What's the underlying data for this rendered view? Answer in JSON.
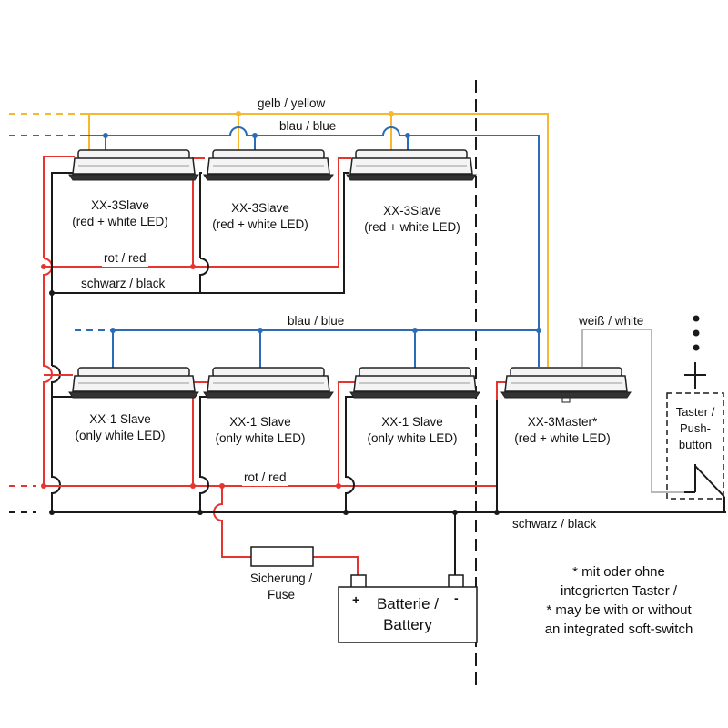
{
  "colors": {
    "yellow": "#f5b82e",
    "blue": "#2b6cb5",
    "red": "#e8342f",
    "black": "#1a1a1a",
    "white_wire": "#b8b8b8",
    "lamp_outline": "#222222",
    "lamp_fill": "#f4f4f4"
  },
  "wires": {
    "yellow": "gelb / yellow",
    "blue_top": "blau / blue",
    "red_top": "rot / red",
    "black_top": "schwarz / black",
    "blue_mid": "blau / blue",
    "white": "weiß / white",
    "red_bottom": "rot / red",
    "black_bottom": "schwarz / black"
  },
  "lamps": {
    "slave3_1": {
      "name": "XX-3Slave",
      "desc": "(red + white LED)"
    },
    "slave3_2": {
      "name": "XX-3Slave",
      "desc": "(red + white LED)"
    },
    "slave3_3": {
      "name": "XX-3Slave",
      "desc": "(red + white LED)"
    },
    "slave1_1": {
      "name": "XX-1 Slave",
      "desc": "(only white LED)"
    },
    "slave1_2": {
      "name": "XX-1 Slave",
      "desc": "(only white LED)"
    },
    "slave1_3": {
      "name": "XX-1 Slave",
      "desc": "(only white LED)"
    },
    "master": {
      "name": "XX-3Master*",
      "desc": "(red + white LED)"
    }
  },
  "pushbutton": {
    "line1": "Taster /",
    "line2": "Push-",
    "line3": "button"
  },
  "fuse": {
    "line1": "Sicherung /",
    "line2": "Fuse"
  },
  "battery": {
    "line1": "Batterie /",
    "line2": "Battery",
    "plus": "+",
    "minus": "-"
  },
  "note": {
    "line1": "* mit oder ohne",
    "line2": "integrierten Taster /",
    "line3": "* may be with or without",
    "line4": "an integrated soft-switch"
  },
  "icons": {
    "lamp": "ceiling-light-icon",
    "fuse": "fuse-icon",
    "battery": "battery-icon",
    "switch": "pushbutton-icon"
  }
}
